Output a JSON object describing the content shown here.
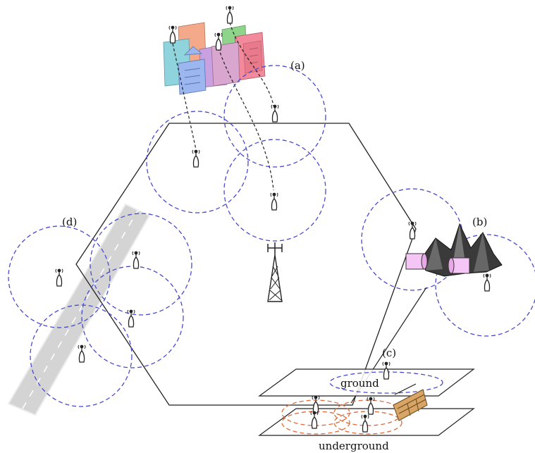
{
  "labels": {
    "a": "(a)",
    "b": "(b)",
    "c": "(c)",
    "d": "(d)",
    "ground": "ground",
    "underground": "underground"
  },
  "colors": {
    "cell_boundary": "#4a4ad0",
    "underground_cell_boundary": "#e06a3a",
    "road": "#d4d4d4",
    "hexagon": "#222222"
  },
  "icons": [
    "antenna-icon",
    "tower-icon",
    "city-buildings-icon",
    "mountains-icon",
    "tunnel-icon",
    "mine-cart-icon"
  ]
}
